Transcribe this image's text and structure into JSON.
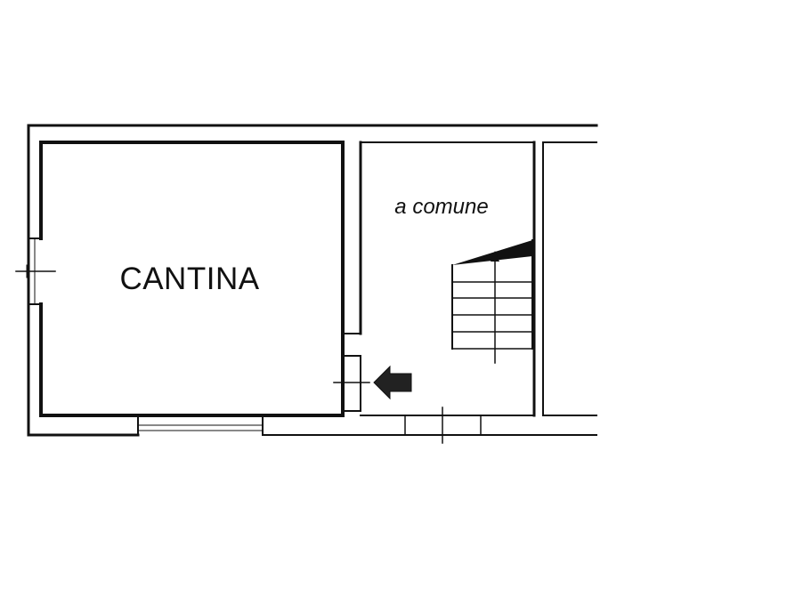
{
  "plan": {
    "rooms": [
      {
        "id": "cantina",
        "label": "CANTINA"
      },
      {
        "id": "common_area",
        "label": "a comune"
      }
    ],
    "colors": {
      "line": "#111111",
      "background": "#ffffff"
    },
    "symbols": [
      "entrance-arrow-icon",
      "staircase",
      "window",
      "door"
    ]
  }
}
